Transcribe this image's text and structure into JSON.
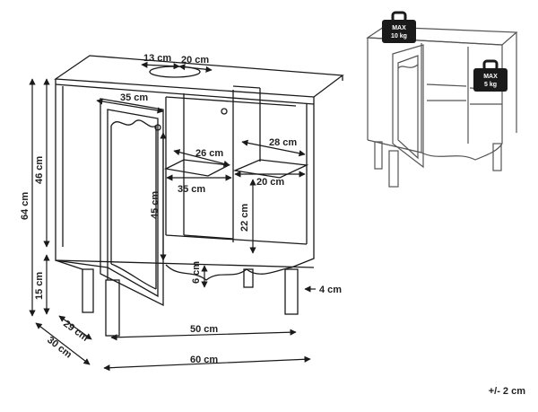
{
  "dimensions": {
    "d13": "13 cm",
    "d20_top": "20 cm",
    "d35_door": "35 cm",
    "d46": "46 cm",
    "d64": "64 cm",
    "d26": "26 cm",
    "d28": "28 cm",
    "d35_shelf": "35 cm",
    "d20_shelf": "20 cm",
    "d45": "45 cm",
    "d22": "22 cm",
    "d15": "15 cm",
    "d6": "6 cm",
    "d4": "4 cm",
    "d29": "29 cm",
    "d50": "50 cm",
    "d30": "30 cm",
    "d60": "60 cm"
  },
  "loads": {
    "top": {
      "label": "MAX",
      "value": "10 kg"
    },
    "shelf": {
      "label": "MAX",
      "value": "5 kg"
    }
  },
  "tolerance": "+/- 2 cm",
  "colors": {
    "line": "#1a1a1a",
    "accent": "#2a2a2a",
    "preview": "#555555"
  }
}
